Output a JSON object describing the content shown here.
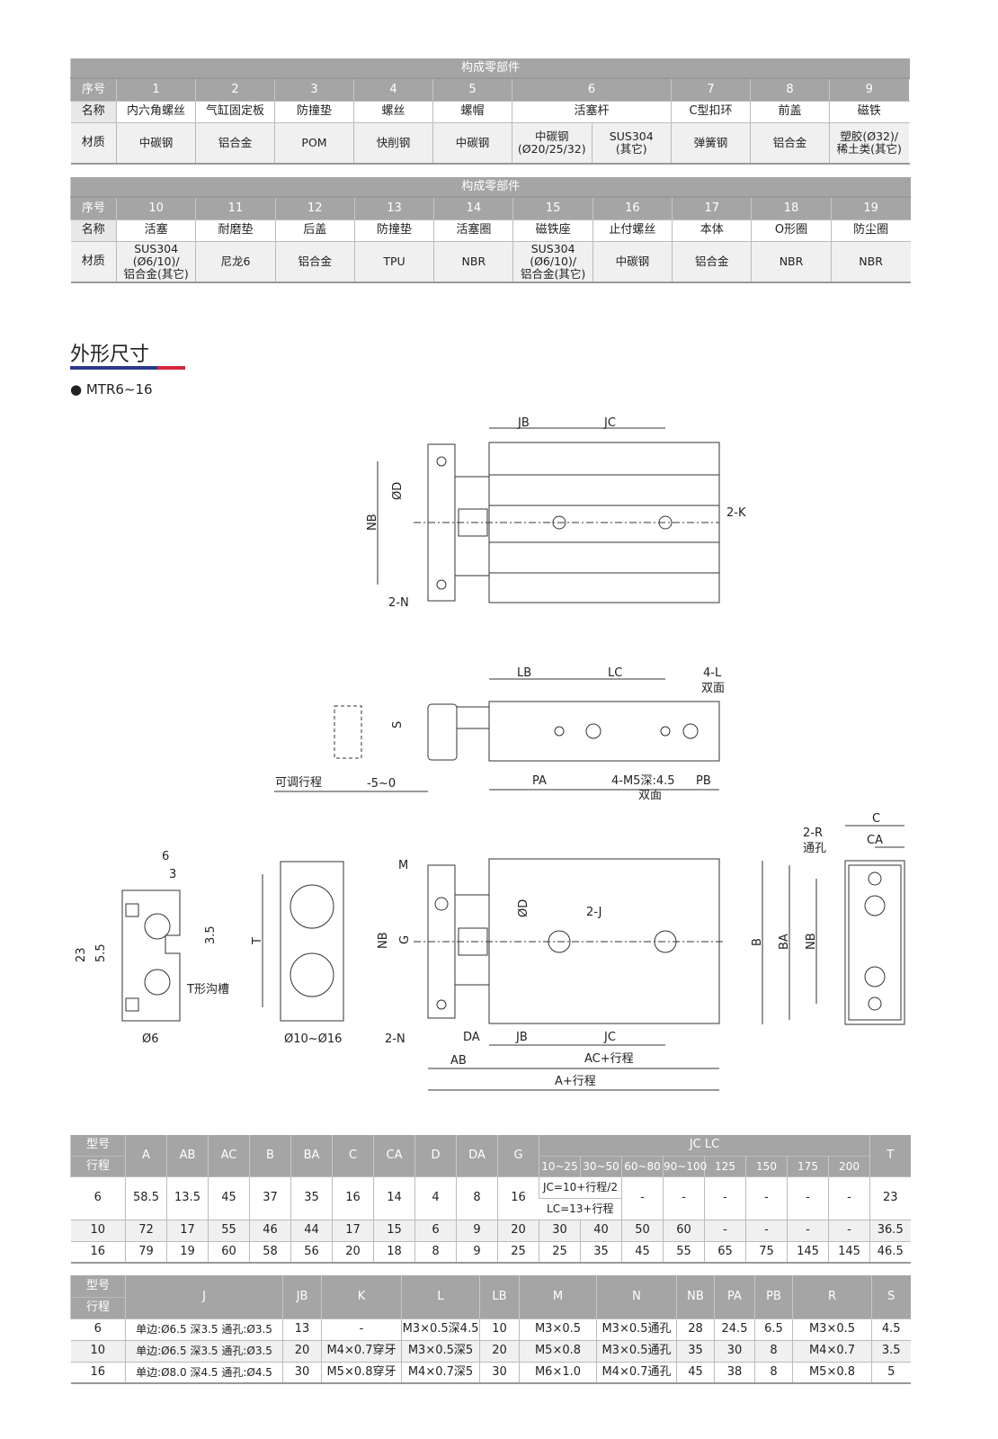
{
  "parts1": {
    "title": "构成零部件",
    "row_labels": [
      "序号",
      "名称",
      "材质"
    ],
    "numbers": [
      "1",
      "2",
      "3",
      "4",
      "5",
      "6",
      "7",
      "8",
      "9"
    ],
    "names": [
      "内六角螺丝",
      "气缸固定板",
      "防撞垫",
      "螺丝",
      "螺帽",
      "活塞杆",
      "C型扣环",
      "前盖",
      "磁铁"
    ],
    "materials": [
      "中碳钢",
      "铝合金",
      "POM",
      "快削钢",
      "中碳钢",
      "中碳钢\n(Ø20/25/32)",
      "SUS304\n(其它)",
      "弹簧钢",
      "铝合金",
      "塑胶(Ø32)/\n稀土类(其它)"
    ]
  },
  "parts2": {
    "title": "构成零部件",
    "row_labels": [
      "序号",
      "名称",
      "材质"
    ],
    "numbers": [
      "10",
      "11",
      "12",
      "13",
      "14",
      "15",
      "16",
      "17",
      "18",
      "19"
    ],
    "names": [
      "活塞",
      "耐磨垫",
      "后盖",
      "防撞垫",
      "活塞圈",
      "磁铁座",
      "止付螺丝",
      "本体",
      "O形圈",
      "防尘圈"
    ],
    "materials": [
      "SUS304\n(Ø6/10)/\n铝合金(其它)",
      "尼龙6",
      "铝合金",
      "TPU",
      "NBR",
      "SUS304\n(Ø6/10)/\n铝合金(其它)",
      "中碳钢",
      "铝合金",
      "NBR",
      "NBR"
    ]
  },
  "section": {
    "title": "外形尺寸",
    "model": "MTR6~16",
    "bar_colors": [
      "#2b3a8c",
      "#d8263c"
    ]
  },
  "drawing": {
    "top": [
      "JB",
      "JC",
      "ØD",
      "NB",
      "2-K",
      "2-N"
    ],
    "side": [
      "LB",
      "LC",
      "4-L",
      "双面",
      "S",
      "可调行程",
      "-5~0",
      "PA",
      "4-M5深:4.5",
      "双面",
      "PB"
    ],
    "sections": [
      "6",
      "3",
      "23",
      "5.5",
      "3.5",
      "T形沟槽",
      "Ø6",
      "T",
      "Ø10~Ø16"
    ],
    "front": [
      "M",
      "ØD",
      "2-J",
      "NB",
      "G",
      "2-N",
      "DA",
      "JB",
      "JC",
      "AB",
      "AC+行程",
      "A+行程"
    ],
    "end": [
      "C",
      "CA",
      "2-R",
      "通孔",
      "B",
      "BA",
      "NB"
    ]
  },
  "dims1": {
    "h_model": "型号",
    "h_stroke": "行程",
    "cols": [
      "A",
      "AB",
      "AC",
      "B",
      "BA",
      "C",
      "CA",
      "D",
      "DA",
      "G"
    ],
    "jc_title": "JC  LC",
    "jc_cols": [
      "10~25",
      "30~50",
      "60~80",
      "90~100",
      "125",
      "150",
      "175",
      "200"
    ],
    "t": "T",
    "rows": [
      {
        "m": "6",
        "v": [
          "58.5",
          "13.5",
          "45",
          "37",
          "35",
          "16",
          "14",
          "4",
          "8",
          "16"
        ],
        "jc_formula": [
          "JC=10+行程/2",
          "LC=13+行程"
        ],
        "jc": [
          "-",
          "-",
          "-",
          "-",
          "-",
          "-"
        ],
        "t": "23"
      },
      {
        "m": "10",
        "v": [
          "72",
          "17",
          "55",
          "46",
          "44",
          "17",
          "15",
          "6",
          "9",
          "20"
        ],
        "jc": [
          "30",
          "40",
          "50",
          "60",
          "-",
          "-",
          "-",
          "-"
        ],
        "t": "36.5"
      },
      {
        "m": "16",
        "v": [
          "79",
          "19",
          "60",
          "58",
          "56",
          "20",
          "18",
          "8",
          "9",
          "25"
        ],
        "jc": [
          "25",
          "35",
          "45",
          "55",
          "65",
          "75",
          "145",
          "145"
        ],
        "t": "46.5"
      }
    ]
  },
  "dims2": {
    "h_model": "型号",
    "h_stroke": "行程",
    "cols": [
      "J",
      "JB",
      "K",
      "L",
      "LB",
      "M",
      "N",
      "NB",
      "PA",
      "PB",
      "R",
      "S"
    ],
    "rows": [
      {
        "m": "6",
        "v": [
          "单边:Ø6.5 深3.5 通孔:Ø3.5",
          "13",
          "-",
          "M3×0.5深4.5",
          "10",
          "M3×0.5",
          "M3×0.5通孔",
          "28",
          "24.5",
          "6.5",
          "M3×0.5",
          "4.5"
        ]
      },
      {
        "m": "10",
        "v": [
          "单边:Ø6.5 深3.5 通孔:Ø3.5",
          "20",
          "M4×0.7穿牙",
          "M3×0.5深5",
          "20",
          "M5×0.8",
          "M3×0.5通孔",
          "35",
          "30",
          "8",
          "M4×0.7",
          "3.5"
        ]
      },
      {
        "m": "16",
        "v": [
          "单边:Ø8.0 深4.5 通孔:Ø4.5",
          "30",
          "M5×0.8穿牙",
          "M4×0.7深5",
          "30",
          "M6×1.0",
          "M4×0.7通孔",
          "45",
          "38",
          "8",
          "M5×0.8",
          "5"
        ]
      }
    ]
  }
}
